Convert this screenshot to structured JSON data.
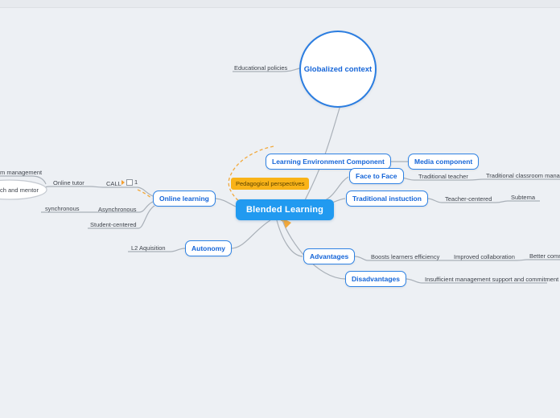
{
  "colors": {
    "canvas_bg": "#edf0f4",
    "node_border": "#2e82e4",
    "node_text": "#1565d8",
    "root_fill": "#219af0",
    "root_text": "#ffffff",
    "tag_fill": "#f9b318",
    "connector_gray": "#a9b0b8",
    "relationship_orange": "#f2a93b"
  },
  "mindmap": {
    "root": {
      "label": "Blended Learning"
    },
    "context": {
      "globalized_context": "Globalized context",
      "educational_policies": "Educational policies"
    },
    "environment": {
      "learning_environment_component": "Learning Environment Component",
      "media_component": "Media component"
    },
    "face_to_face": {
      "title": "Face to Face",
      "traditional_teacher": "Traditional teacher",
      "traditional_classroom_management": "Traditional classroom manageme"
    },
    "traditional_instruction": {
      "title": "Traditional instuction",
      "teacher_centered": "Teacher-centered",
      "subtema": "Subtema"
    },
    "pedagogical": {
      "tag": "Pedagogical perspectives"
    },
    "online_learning": {
      "title": "Online learning",
      "online_tutor": "Online tutor",
      "call": "CALL",
      "call_count": "1",
      "coach_and_mentor": "ch and mentor",
      "management": "m management",
      "synchronous": "synchronous",
      "asynchronous": "Asynchronous",
      "student_centered": "Student-centered"
    },
    "autonomy": {
      "title": "Autonomy",
      "l2_aquisition": "L2 Aquisition"
    },
    "advantages": {
      "title": "Advantages",
      "boosts_learners_efficiency": "Boosts learners efficiency",
      "improved_collaboration": "Improved collaboration",
      "better_communication": "Better comm"
    },
    "disadvantages": {
      "title": "Disadvantages",
      "insufficient_support": "Insufficient management support and commitment"
    }
  }
}
